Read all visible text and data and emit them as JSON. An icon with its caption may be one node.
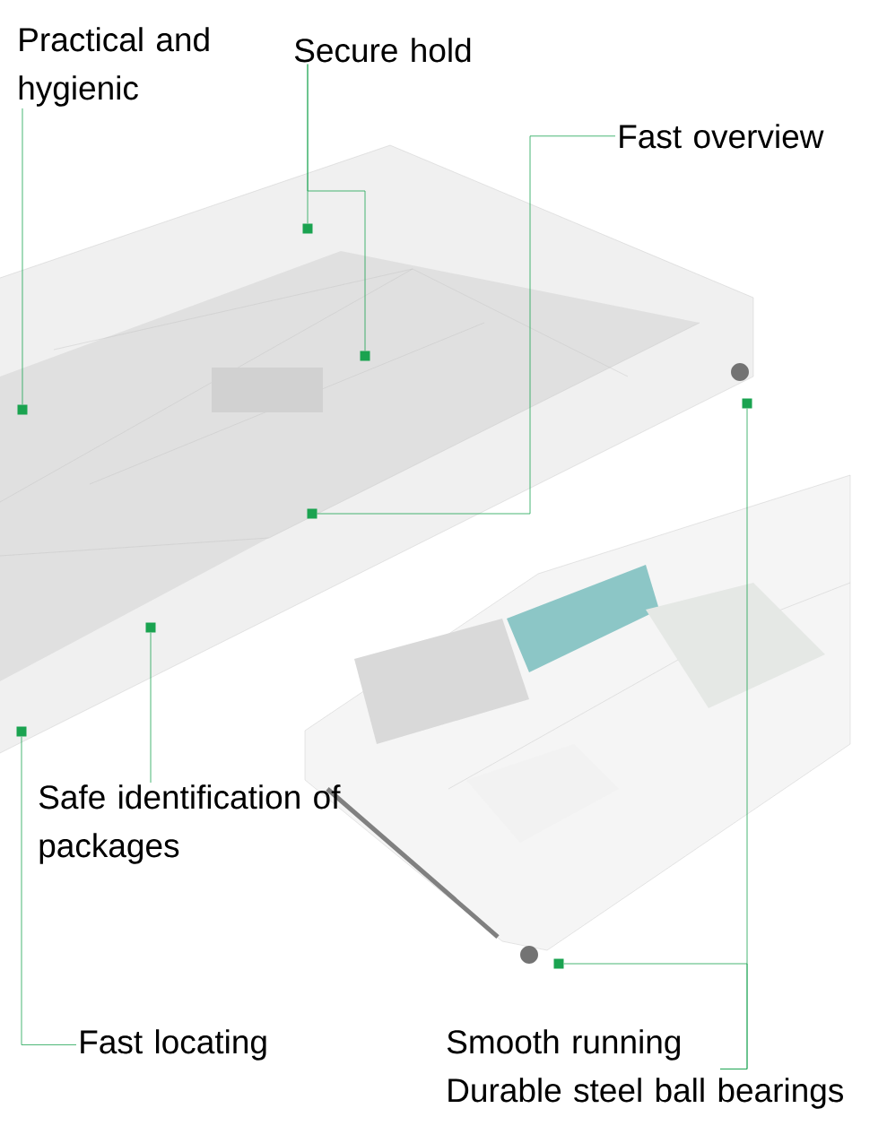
{
  "diagram": {
    "nodes": [
      {
        "text": [
          "Practical and hygienic"
        ]
      },
      {
        "text": [
          "Secure hold"
        ]
      },
      {
        "text": [
          "Fast overview"
        ]
      },
      {
        "text": [
          "Safe identification of packages"
        ]
      },
      {
        "text": [
          "Fast locating"
        ]
      },
      {
        "text": [
          "Smooth running",
          "Durable steel ball bearings"
        ]
      },
      {
        "text": [],
        "shape": "box"
      },
      {
        "text": [],
        "shape": "box"
      },
      {
        "text": [],
        "shape": "box"
      },
      {
        "text": [],
        "shape": "box"
      },
      {
        "text": [],
        "shape": "box"
      },
      {
        "text": [],
        "shape": "box"
      },
      {
        "text": [],
        "shape": "box"
      },
      {
        "text": [],
        "shape": "box"
      }
    ],
    "edges": [
      {
        "from": 0,
        "to": 6,
        "arrow": "none"
      },
      {
        "from": 1,
        "to": 7,
        "arrow": "none"
      },
      {
        "from": 1,
        "to": 8,
        "arrow": "none"
      },
      {
        "from": 2,
        "to": 9,
        "arrow": "none"
      },
      {
        "from": 3,
        "to": 10,
        "arrow": "none"
      },
      {
        "from": 4,
        "to": 11,
        "arrow": "none"
      },
      {
        "from": 5,
        "to": 12,
        "arrow": "none"
      },
      {
        "from": 5,
        "to": 13,
        "arrow": "none"
      }
    ]
  }
}
